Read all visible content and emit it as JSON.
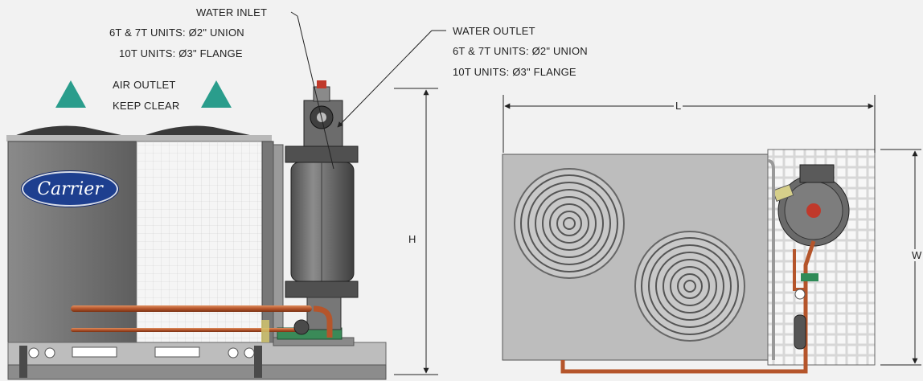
{
  "callouts": {
    "water_inlet": {
      "title": "WATER INLET",
      "line1": "6T & 7T UNITS: Ø2\" UNION",
      "line2": "10T UNITS: Ø3\" FLANGE"
    },
    "water_outlet": {
      "title": "WATER OUTLET",
      "line1": "6T & 7T UNITS: Ø2\" UNION",
      "line2": "10T UNITS: Ø3\" FLANGE"
    },
    "air_outlet": {
      "line1": "AIR OUTLET",
      "line2": "KEEP CLEAR"
    }
  },
  "dimensions": {
    "height": "H",
    "length": "L",
    "width": "W"
  },
  "brand": "Carrier",
  "colors": {
    "background": "#f2f2f2",
    "cabinet": "#6f6f6f",
    "coil_grid": "#f4f4f4",
    "tank": "#6a6a6a",
    "copper_pipe": "#b5552b",
    "air_triangle": "#2a9d8c",
    "brand_oval": "#1e3f8f",
    "top_panel": "#b9b9b9"
  }
}
